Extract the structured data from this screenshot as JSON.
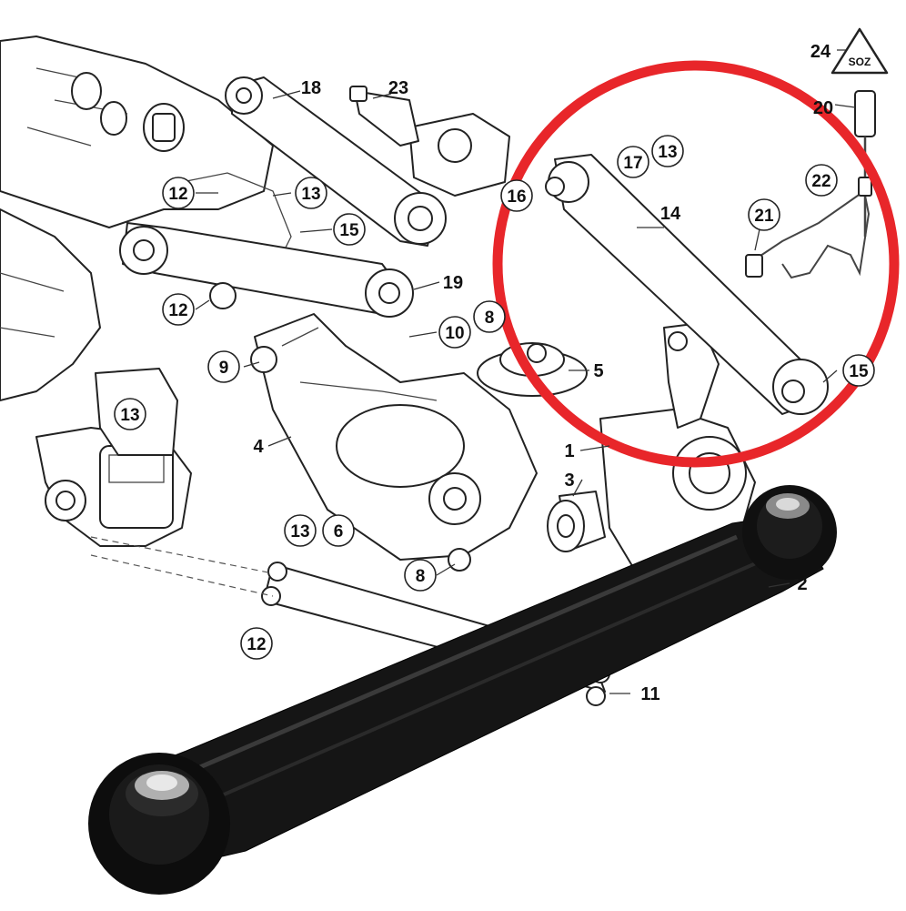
{
  "diagram": {
    "callouts": [
      {
        "id": "c18",
        "label": "18",
        "circled": false
      },
      {
        "id": "c23",
        "label": "23",
        "circled": false
      },
      {
        "id": "c24",
        "label": "24",
        "circled": false
      },
      {
        "id": "c20",
        "label": "20",
        "circled": false
      },
      {
        "id": "c12a",
        "label": "12",
        "circled": true
      },
      {
        "id": "c13a",
        "label": "13",
        "circled": true
      },
      {
        "id": "c15a",
        "label": "15",
        "circled": true
      },
      {
        "id": "c16",
        "label": "16",
        "circled": true
      },
      {
        "id": "c17",
        "label": "17",
        "circled": true
      },
      {
        "id": "c13b",
        "label": "13",
        "circled": true
      },
      {
        "id": "c14",
        "label": "14",
        "circled": false
      },
      {
        "id": "c22",
        "label": "22",
        "circled": true
      },
      {
        "id": "c21",
        "label": "21",
        "circled": true
      },
      {
        "id": "c19",
        "label": "19",
        "circled": false
      },
      {
        "id": "c12b",
        "label": "12",
        "circled": true
      },
      {
        "id": "c10",
        "label": "10",
        "circled": true
      },
      {
        "id": "c8a",
        "label": "8",
        "circled": true
      },
      {
        "id": "c9",
        "label": "9",
        "circled": true
      },
      {
        "id": "c5",
        "label": "5",
        "circled": false
      },
      {
        "id": "c15b",
        "label": "15",
        "circled": true
      },
      {
        "id": "c13c",
        "label": "13",
        "circled": true
      },
      {
        "id": "c4",
        "label": "4",
        "circled": false
      },
      {
        "id": "c1",
        "label": "1",
        "circled": false
      },
      {
        "id": "c3",
        "label": "3",
        "circled": false
      },
      {
        "id": "c13d",
        "label": "13",
        "circled": true
      },
      {
        "id": "c6",
        "label": "6",
        "circled": true
      },
      {
        "id": "c8b",
        "label": "8",
        "circled": true
      },
      {
        "id": "c2",
        "label": "2",
        "circled": false
      },
      {
        "id": "c12c",
        "label": "12",
        "circled": true
      },
      {
        "id": "c11",
        "label": "11",
        "circled": false
      }
    ],
    "warning_symbol": {
      "text": "SOZ",
      "icon": "warning-triangle-icon"
    },
    "highlight": {
      "shape": "circle",
      "color": "#e8262a"
    },
    "product": {
      "name": "rear-control-arm-photo",
      "color": "#151515"
    }
  }
}
